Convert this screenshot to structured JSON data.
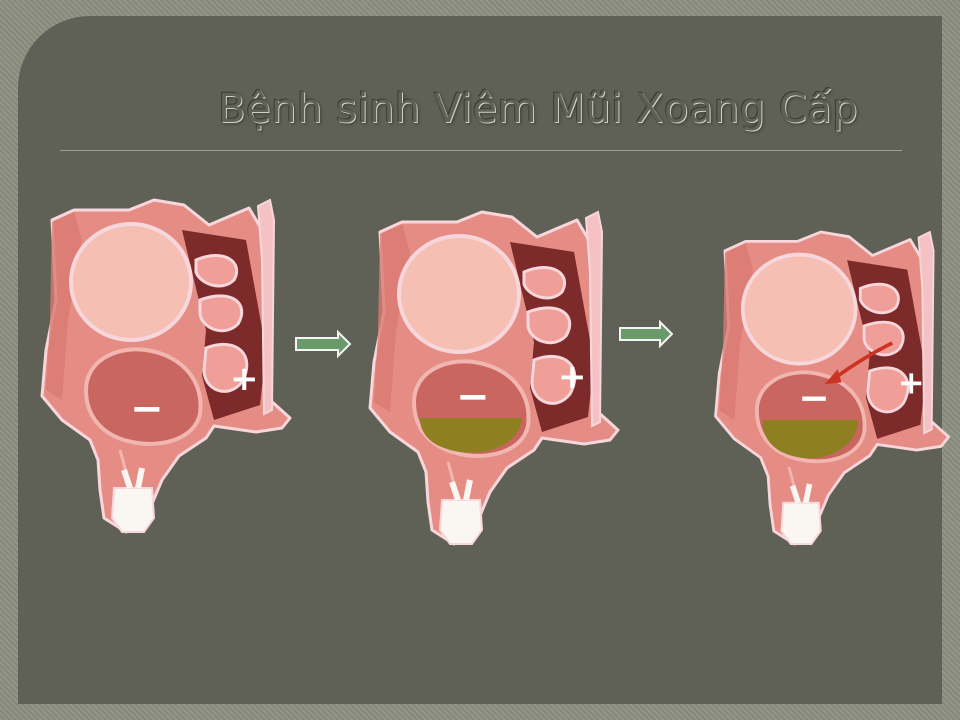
{
  "slide": {
    "title": "Bệnh sinh Viêm Mũi Xoang Cấp"
  },
  "diagram": {
    "stages": [
      {
        "plus_label": "+",
        "minus_label": "−",
        "fluid_level": 0,
        "drainage_arrow": false
      },
      {
        "plus_label": "+",
        "minus_label": "−",
        "fluid_level": 0.4,
        "drainage_arrow": false
      },
      {
        "plus_label": "+",
        "minus_label": "−",
        "fluid_level": 0.35,
        "drainage_arrow": true
      }
    ],
    "colors": {
      "background": "#5f6157",
      "outer_frame": "#8c9080",
      "tissue": "#e58d84",
      "tissue_outline": "#f7d6dc",
      "orbit": "#f5bfb4",
      "airway": "#7c2a2a",
      "sinus": "#c96660",
      "fluid": "#8e7f21",
      "tooth": "#faf6f2",
      "transition_arrow": "#6a9a6a",
      "drainage_arrow": "#cc3322",
      "sign": "#ffffff"
    }
  }
}
